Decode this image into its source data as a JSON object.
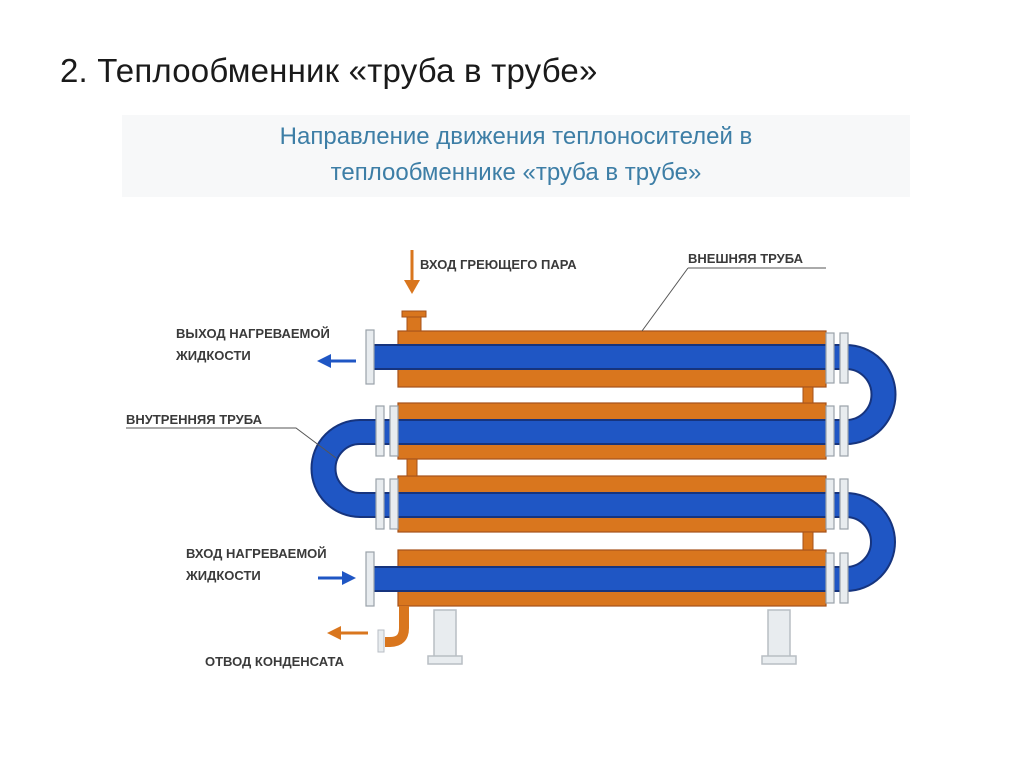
{
  "slide": {
    "title": "2. Теплообменник «труба в трубе»"
  },
  "figure": {
    "title_line1": "Направление движения теплоносителей в",
    "title_line2": "теплообменнике «труба в трубе»"
  },
  "labels": {
    "steam_inlet": "ВХОД ГРЕЮЩЕГО ПАРА",
    "outer_pipe": "ВНЕШНЯЯ ТРУБА",
    "liquid_outlet_1": "ВЫХОД НАГРЕВАЕМОЙ",
    "liquid_outlet_2": "ЖИДКОСТИ",
    "inner_pipe": "ВНУТРЕННЯЯ ТРУБА",
    "liquid_inlet_1": "ВХОД НАГРЕВАЕМОЙ",
    "liquid_inlet_2": "ЖИДКОСТИ",
    "condensate": "ОТВОД КОНДЕНСАТА"
  },
  "colors": {
    "steam": "#d9761e",
    "liquid": "#1f56c4",
    "frame": "#b8bec4",
    "arrow_liquid": "#1f56c4",
    "arrow_steam": "#d9761e"
  }
}
